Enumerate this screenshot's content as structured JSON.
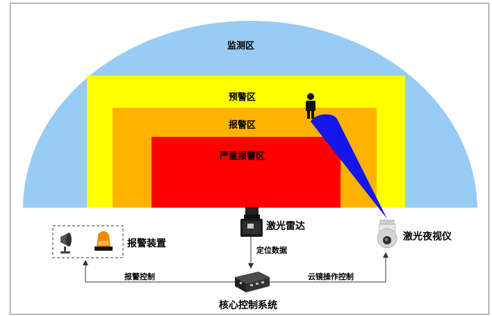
{
  "zones": {
    "monitor": "监测区",
    "warning": "预警区",
    "alarm": "报警区",
    "severe": "严重报警区"
  },
  "devices": {
    "lidar": "激光雷达",
    "night_vision": "激光夜视仪",
    "alarm_device": "报警装置",
    "core": "核心控制系统"
  },
  "links": {
    "positioning_data": "定位数据",
    "alarm_control": "报警控制",
    "ptz_control": "云镜操作控制"
  },
  "colors": {
    "monitor": "#99ccf5",
    "warning": "#ffff00",
    "alarm": "#ffb300",
    "severe": "#ff0000",
    "beam": "#1515ee"
  }
}
